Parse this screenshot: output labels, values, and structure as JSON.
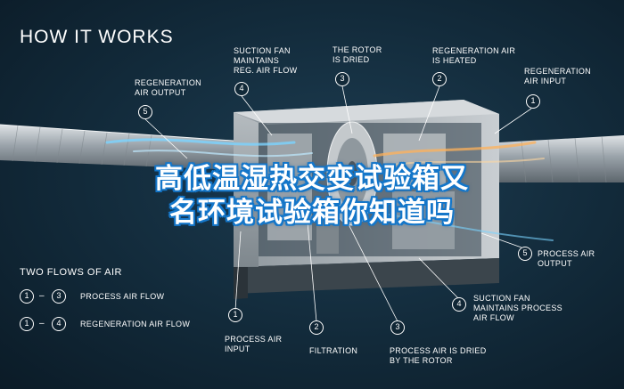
{
  "title": "HOW IT WORKS",
  "overlay_title": "高低温湿热交变试验箱又名环境试验箱你知道吗",
  "callouts": [
    {
      "num": "5",
      "label": "REGENERATION\nAIR OUTPUT"
    },
    {
      "num": "4",
      "label": "SUCTION FAN\nMAINTAINS\nREG. AIR FLOW"
    },
    {
      "num": "3",
      "label": "THE ROTOR\nIS DRIED"
    },
    {
      "num": "2",
      "label": "REGENERATION AIR\nIS HEATED"
    },
    {
      "num": "1",
      "label": "REGENERATION\nAIR INPUT"
    },
    {
      "num": "5",
      "label": "PROCESS AIR\nOUTPUT"
    },
    {
      "num": "4",
      "label": "SUCTION FAN\nMAINTAINS PROCESS\nAIR FLOW"
    },
    {
      "num": "1",
      "label": "PROCESS AIR\nINPUT"
    },
    {
      "num": "2",
      "label": "FILTRATION"
    },
    {
      "num": "3",
      "label": "PROCESS AIR IS DRIED\nBY THE ROTOR"
    }
  ],
  "legend": {
    "heading": "TWO FLOWS OF AIR",
    "items": [
      {
        "from": "1",
        "to": "3",
        "label": "PROCESS AIR FLOW"
      },
      {
        "from": "1",
        "to": "4",
        "label": "REGENERATION AIR FLOW"
      }
    ]
  }
}
